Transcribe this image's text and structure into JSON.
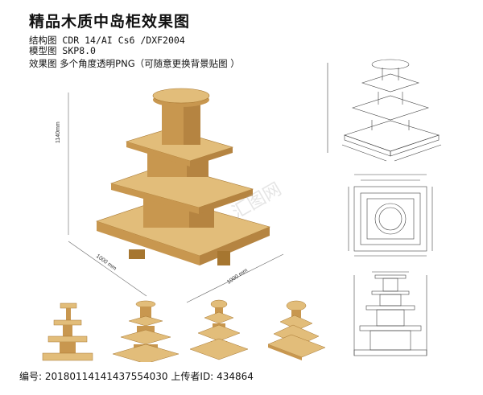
{
  "header": {
    "title": "精品木质中岛柜效果图",
    "line1": "结构图 CDR 14/AI Cs6 /DXF2004",
    "line2": "模型图 SKP8.0",
    "line3": "效果图 多个角度透明PNG（可随意更换背景贴图 ）"
  },
  "dimensions": {
    "height": "1140mm",
    "width_left": "1000 mm",
    "width_right": "1000 mm"
  },
  "footer": {
    "label_no": "编号:",
    "number": "20180114141437554030",
    "label_uploader": "上传者ID:",
    "uploader_id": "434864"
  },
  "colors": {
    "wood_top": "#e2bd7a",
    "wood_side": "#c8974f",
    "wood_dark": "#a67630",
    "line": "#555555"
  },
  "watermark": "汇图网"
}
